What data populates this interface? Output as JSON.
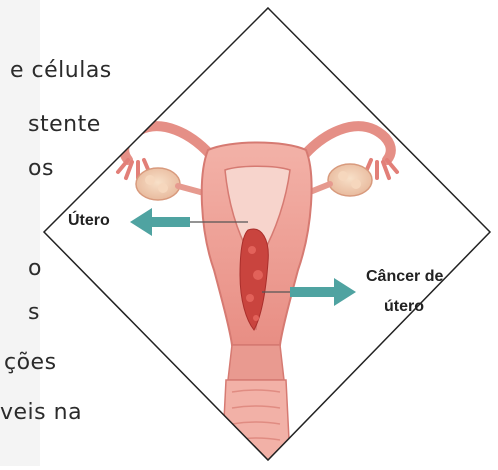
{
  "background_text": {
    "lines": [
      "e células",
      "stente",
      "os",
      "",
      "o",
      "s",
      "ções",
      "veis na"
    ]
  },
  "figure": {
    "label_uterus": "Útero",
    "label_cancer_line1": "Câncer de",
    "label_cancer_line2": "útero",
    "arrow_color": "#4fa3a1",
    "frame_color": "#222222"
  }
}
